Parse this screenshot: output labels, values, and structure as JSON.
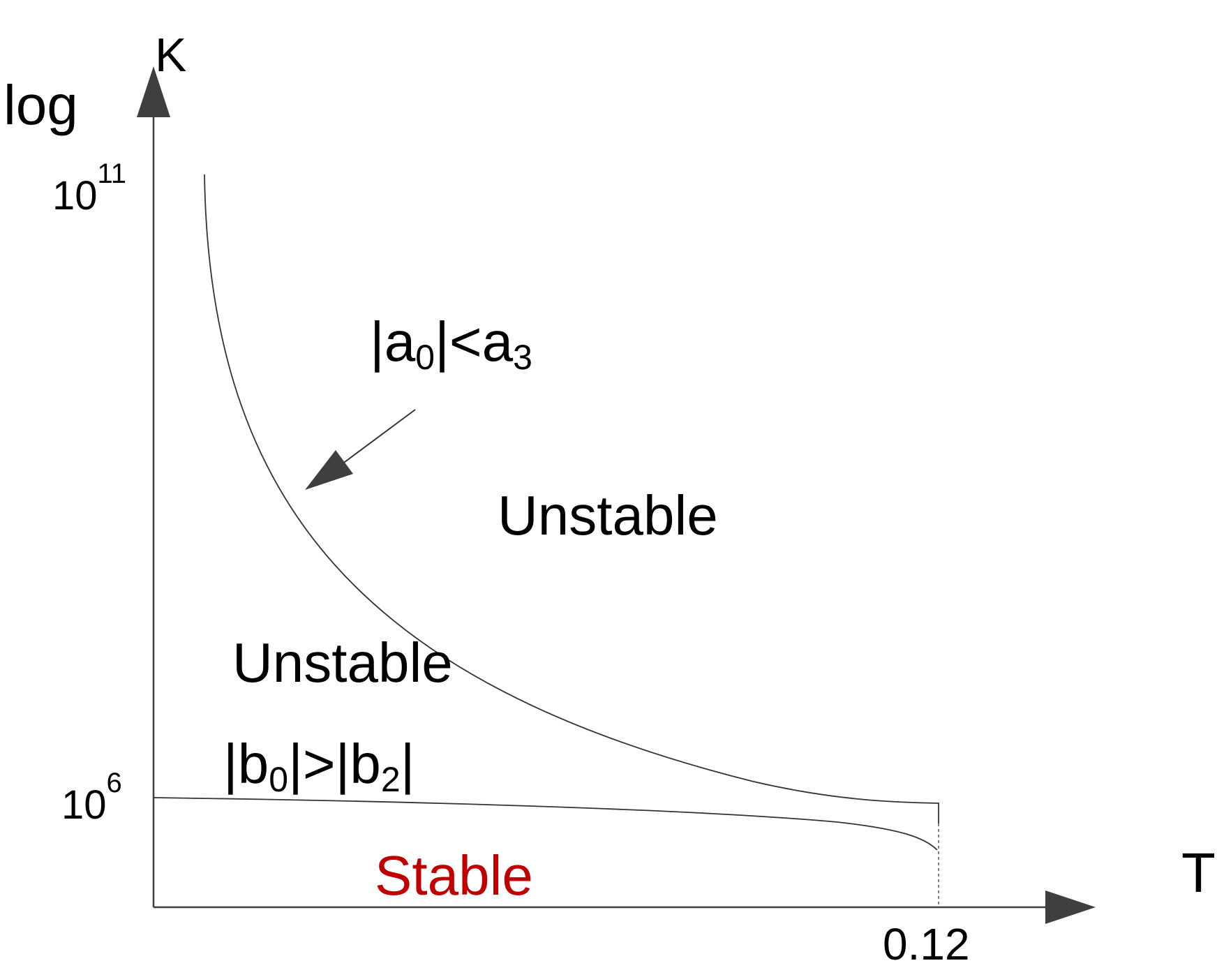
{
  "axes": {
    "y_label_line1": "K",
    "y_label_line2": "log",
    "x_label": "T",
    "y_tick_high": {
      "base": "10",
      "exp": "11"
    },
    "y_tick_low": {
      "base": "10",
      "exp": "6"
    },
    "x_tick": "0.12",
    "y_scale": "log"
  },
  "annotations": {
    "upper_condition": {
      "bar1": "|",
      "a": "a",
      "a_sub": "0",
      "bar2": "|",
      "lt": "<",
      "a3": "a",
      "a3_sub": "3"
    },
    "lower_condition": {
      "bar1": "|",
      "b": "b",
      "b_sub": "0",
      "bar2": "|",
      "gt": ">",
      "bar3": "|",
      "b2": "b",
      "b2_sub": "2",
      "bar4": "|"
    }
  },
  "regions": {
    "unstable_upper": "Unstable",
    "unstable_middle": "Unstable",
    "stable": "Stable"
  },
  "colors": {
    "axis": "#3f3f3f",
    "curve": "#333333",
    "text": "#000000",
    "stable": "#c00000"
  }
}
